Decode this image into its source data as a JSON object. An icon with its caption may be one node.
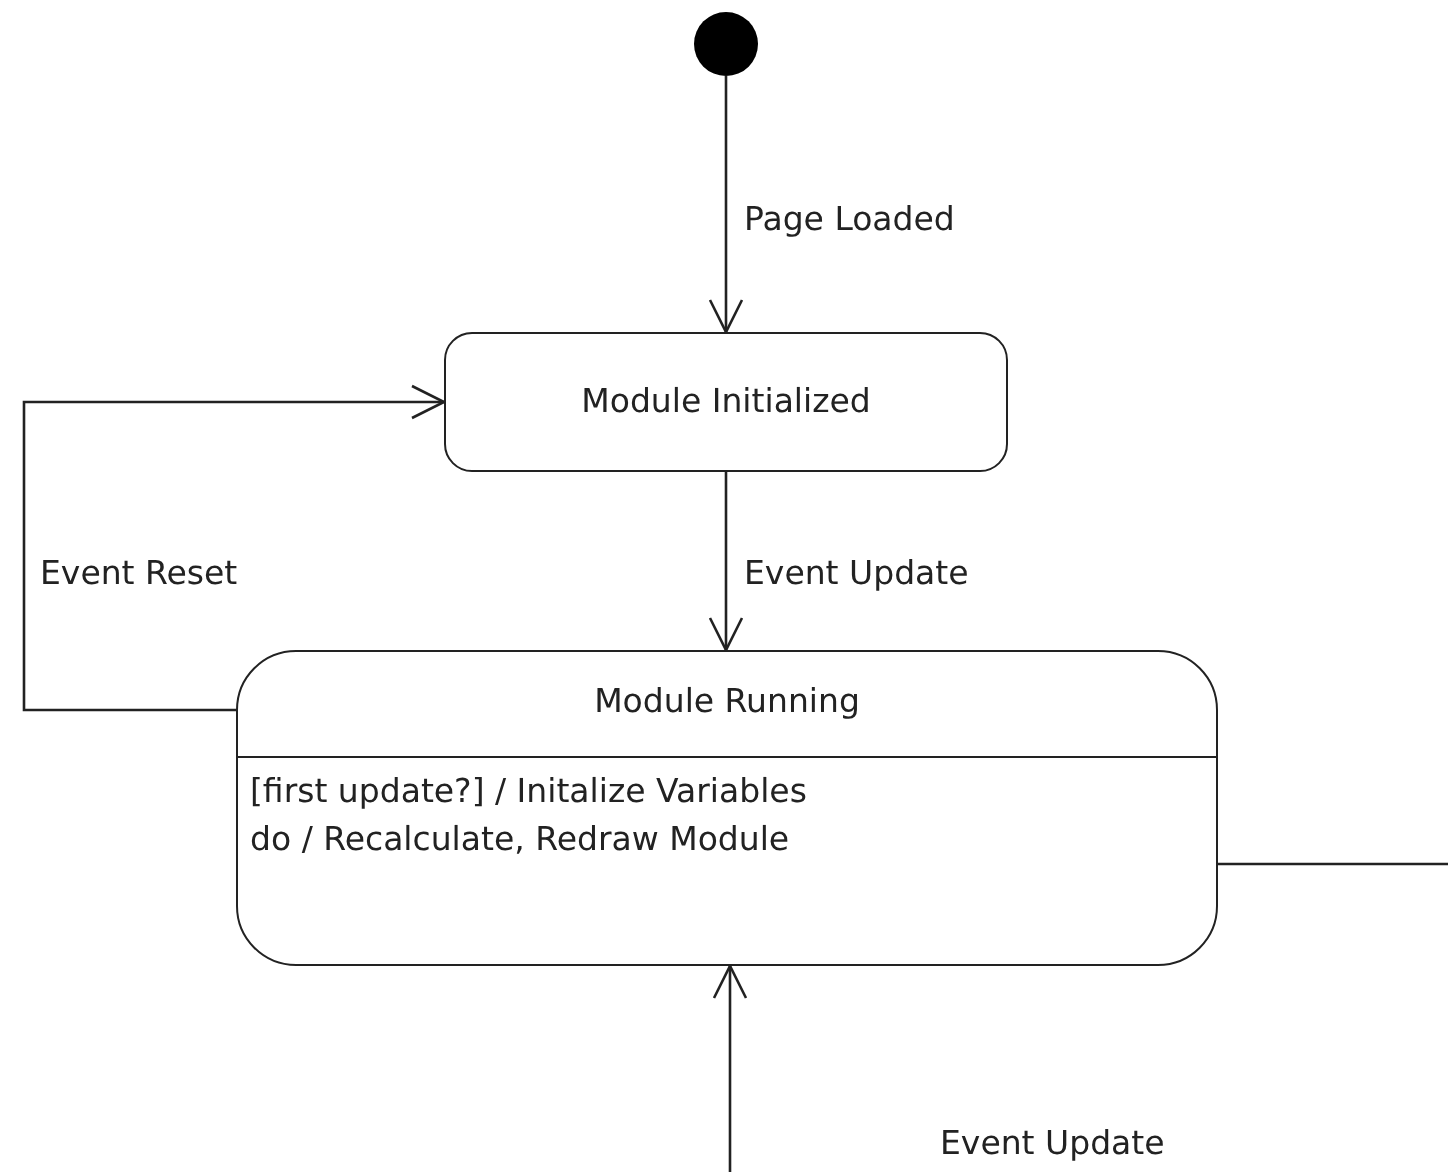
{
  "diagram": {
    "nodes": [
      {
        "text": [],
        "shape": "circle"
      },
      {
        "text": [
          "Module Initialized"
        ]
      },
      {
        "text": [
          "Module Running",
          "[first update?] / Initalize Variables",
          "do / Recalculate, Redraw Module"
        ]
      }
    ],
    "edges": [
      {
        "from": 0,
        "to": 1,
        "arrow": "to",
        "label": "Page Loaded"
      },
      {
        "from": 1,
        "to": 2,
        "arrow": "to",
        "label": "Event Update"
      },
      {
        "from": 2,
        "to": 1,
        "arrow": "to",
        "label": "Event Reset"
      },
      {
        "from": 2,
        "to": null,
        "arrow": "none"
      },
      {
        "from": null,
        "to": 2,
        "arrow": "to"
      }
    ],
    "labels": [
      "Event Update"
    ]
  }
}
